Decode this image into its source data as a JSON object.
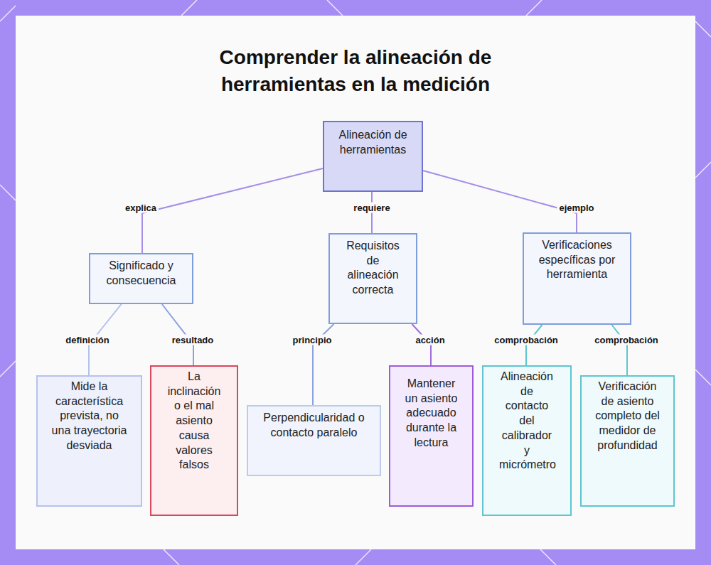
{
  "diagram": {
    "title": "Comprender la alineación de herramientas en la medición",
    "nodes": [
      {
        "text": [
          "Alineación de herramientas"
        ]
      },
      {
        "text": [
          "Significado y consecuencia"
        ]
      },
      {
        "text": [
          "Requisitos de alineación correcta"
        ]
      },
      {
        "text": [
          "Verificaciones específicas por herramienta"
        ]
      },
      {
        "text": [
          "Mide la característica prevista, no una trayectoria desviada"
        ]
      },
      {
        "text": [
          "La inclinación o el mal asiento causa valores falsos"
        ]
      },
      {
        "text": [
          "Perpendicularidad o contacto paralelo"
        ]
      },
      {
        "text": [
          "Mantener un asiento adecuado durante la lectura"
        ]
      },
      {
        "text": [
          "Alineación de contacto del calibrador y micrómetro"
        ]
      },
      {
        "text": [
          "Verificación de asiento completo del medidor de profundidad"
        ]
      }
    ],
    "edges": [
      {
        "from": 0,
        "to": 1,
        "label": "explica",
        "arrow": "none"
      },
      {
        "from": 0,
        "to": 2,
        "label": "requiere",
        "arrow": "none"
      },
      {
        "from": 0,
        "to": 3,
        "label": "ejemplo",
        "arrow": "none"
      },
      {
        "from": 1,
        "to": 4,
        "label": "definición",
        "arrow": "none"
      },
      {
        "from": 1,
        "to": 5,
        "label": "resultado",
        "arrow": "none"
      },
      {
        "from": 2,
        "to": 6,
        "label": "principio",
        "arrow": "none"
      },
      {
        "from": 2,
        "to": 7,
        "label": "acción",
        "arrow": "none"
      },
      {
        "from": 3,
        "to": 8,
        "label": "comprobación",
        "arrow": "none"
      },
      {
        "from": 3,
        "to": 9,
        "label": "comprobación",
        "arrow": "none"
      }
    ]
  }
}
